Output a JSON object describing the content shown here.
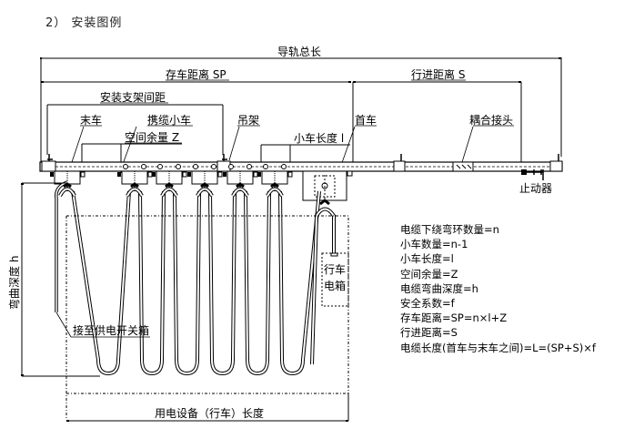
{
  "heading": "2）  安装图例",
  "dimensions": {
    "total_rail_length": "导轨总长",
    "parking_distance": "存车距离 SP",
    "travel_distance": "行进距离 S",
    "bracket_spacing": "安装支架间距",
    "space_margin": "空间余量 Z",
    "trolley_length": "小车长度 l",
    "bend_depth": "弯曲深度 h",
    "equipment_length": "用电设备（行车）长度"
  },
  "components": {
    "end_trolley": "末车",
    "cable_trolley": "携缆小车",
    "hanger": "吊架",
    "head_trolley": "首车",
    "coupling_joint": "耦合接头",
    "stopper": "止动器",
    "supply_switchbox": "接至供电开关箱",
    "crane_box_line1": "行车",
    "crane_box_line2": "电箱"
  },
  "legend": [
    "电缆下绕弯环数量=n",
    "小车数量=n-1",
    "小车长度=l",
    "空间余量=Z",
    "电缆弯曲深度=h",
    "安全系数=f",
    "存车距离=SP=n×l+Z",
    "行进距离=S",
    "电缆长度(首车与末车之间)=L=(SP+S)×f"
  ],
  "colors": {
    "line": "#000000",
    "background": "#ffffff"
  }
}
